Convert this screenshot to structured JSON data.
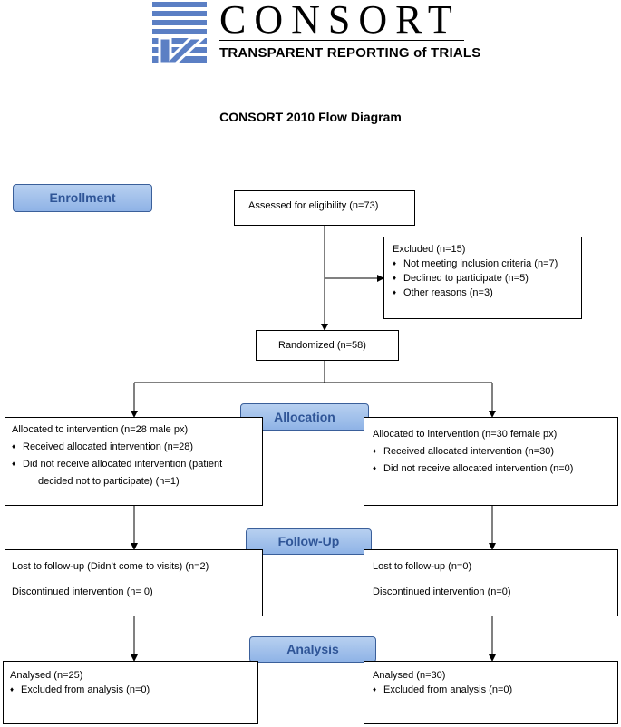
{
  "logo": {
    "wordmark": "CONSORT",
    "tagline": "TRANSPARENT REPORTING of TRIALS",
    "colors": {
      "blue": "#5b7fc4",
      "text": "#000000"
    }
  },
  "title": "CONSORT 2010 Flow Diagram",
  "stages": {
    "enrollment": "Enrollment",
    "allocation": "Allocation",
    "followup": "Follow-Up",
    "analysis": "Analysis"
  },
  "assessed": "Assessed for eligibility (n=73)",
  "excluded": {
    "title": "Excluded (n=15)",
    "bullets": [
      "Not meeting inclusion criteria (n=7)",
      "Declined to participate (n=5)",
      "Other reasons (n=3)"
    ]
  },
  "randomized": "Randomized (n=58)",
  "left": {
    "allocation_title": "Allocated to intervention (n=28 male px)",
    "allocation_bullets": [
      "Received allocated intervention (n=28)",
      "Did not receive allocated intervention (patient",
      "decided not to participate) (n=1)"
    ],
    "followup_lost": "Lost to follow-up (Didn’t come to visits) (n=2)",
    "followup_discontinued": "Discontinued intervention (n= 0)",
    "analysis_title": "Analysed (n=25)",
    "analysis_bullets": [
      "Excluded from analysis (n=0)"
    ]
  },
  "right": {
    "allocation_title": "Allocated to intervention (n=30 female px)",
    "allocation_bullets": [
      "Received allocated intervention (n=30)",
      "Did not receive allocated intervention (n=0)"
    ],
    "followup_lost": "Lost to follow-up (n=0)",
    "followup_discontinued": "Discontinued intervention (n=0)",
    "analysis_title": "Analysed (n=30)",
    "analysis_bullets": [
      "Excluded from analysis (n=0)"
    ]
  },
  "bullet_symbol": "♦"
}
